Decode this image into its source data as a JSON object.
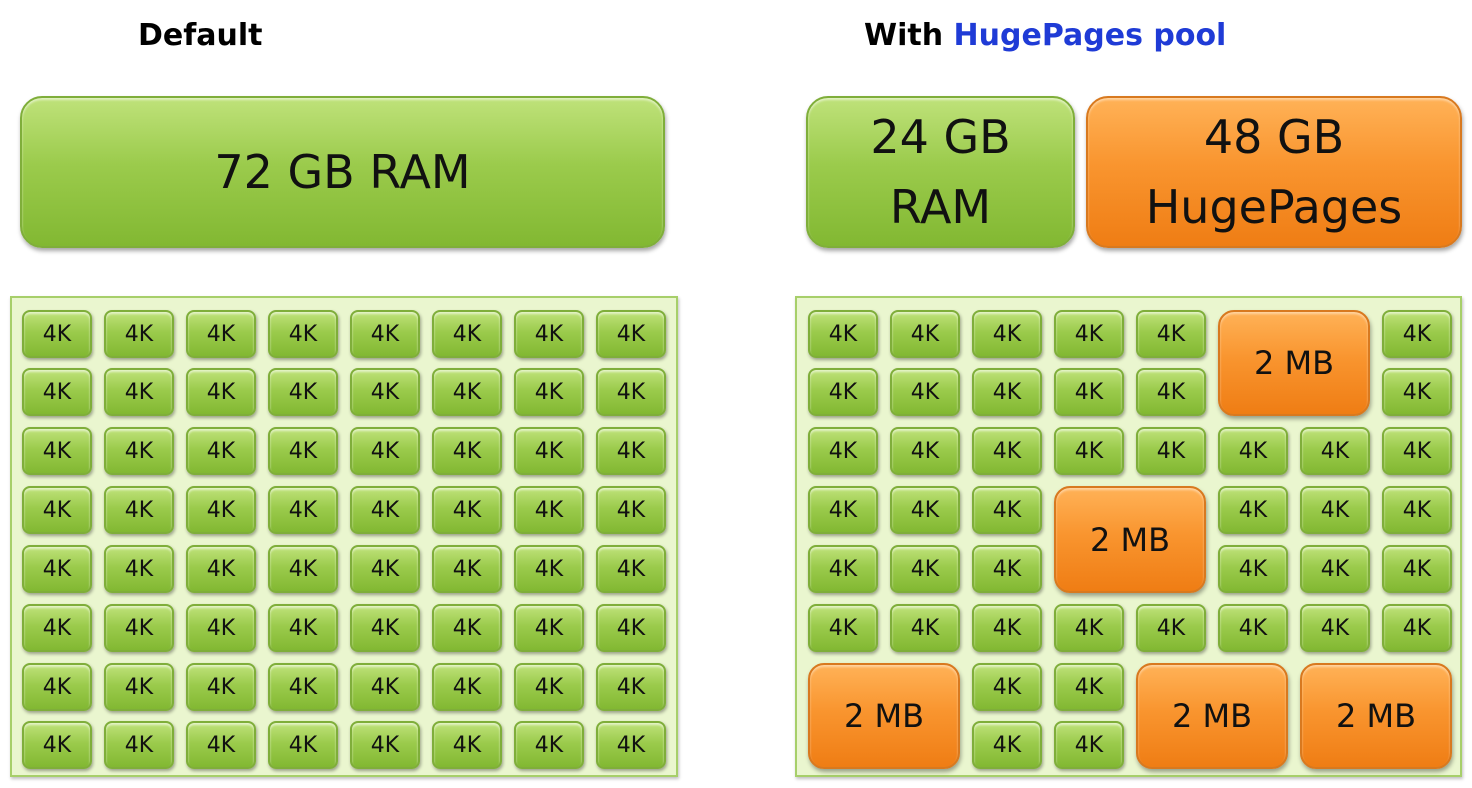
{
  "left": {
    "title": "Default",
    "ram_box": {
      "label": "72 GB RAM"
    },
    "page_label": "4K"
  },
  "right": {
    "title_prefix": "With ",
    "title_accent": "HugePages pool",
    "ram_box": {
      "line1": "24 GB",
      "line2": "RAM"
    },
    "huge_box": {
      "line1": "48 GB",
      "line2": "HugePages"
    },
    "page_label": "4K",
    "huge_page_label": "2 MB"
  },
  "colors": {
    "small_page": "#9bcb4c",
    "huge_page": "#f9952f",
    "panel_background": "#eaf6cf",
    "accent_text": "#1f3bd6"
  }
}
